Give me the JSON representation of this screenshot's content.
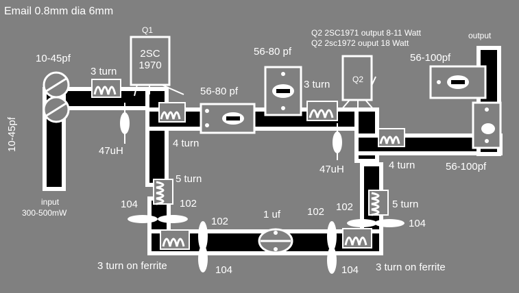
{
  "header": {
    "title": "Email 0.8mm dia 6mm"
  },
  "labels": {
    "q1_title": "Q1",
    "q1_part_line1": "2SC",
    "q1_part_line2": "1970",
    "q2_title": "Q2",
    "q2_note1": "Q2 2SC1971 output 8-11 Watt",
    "q2_note2": "Q2 2sc1972 ouput  18 Watt",
    "output": "output",
    "cap_56_80_right": "56-80 pf",
    "cap_56_80_left": "56-80 pf",
    "cap_56_100_top": "56-100pf",
    "cap_56_100_bottom": "56-100pf",
    "cap_10_45_top": "10-45pf",
    "cap_10_45_side": "10-45pf",
    "coil_3turn_left": "3 turn",
    "coil_3turn_mid": "3 turn",
    "coil_4turn_left": "4 turn",
    "coil_4turn_right": "4 turn",
    "coil_5turn_left": "5 turn",
    "coil_5turn_right": "5 turn",
    "choke_47uh_left": "47uH",
    "choke_47uh_right": "47uH",
    "input": "input",
    "input_power": "300-500mW",
    "cap_104_left_top": "104",
    "cap_102_left": "102",
    "cap_102_mid_left": "102",
    "cap_1uf": "1 uf",
    "cap_102_mid_right": "102",
    "cap_102_right": "102",
    "cap_104_right": "104",
    "cap_104_bottom_left": "104",
    "cap_104_bottom_right": "104",
    "ferrite_left": "3 turn on ferrite",
    "ferrite_right": "3 turn on ferrite"
  },
  "colors": {
    "background": "#808080",
    "trace": "#000000",
    "outline": "#ffffff"
  }
}
